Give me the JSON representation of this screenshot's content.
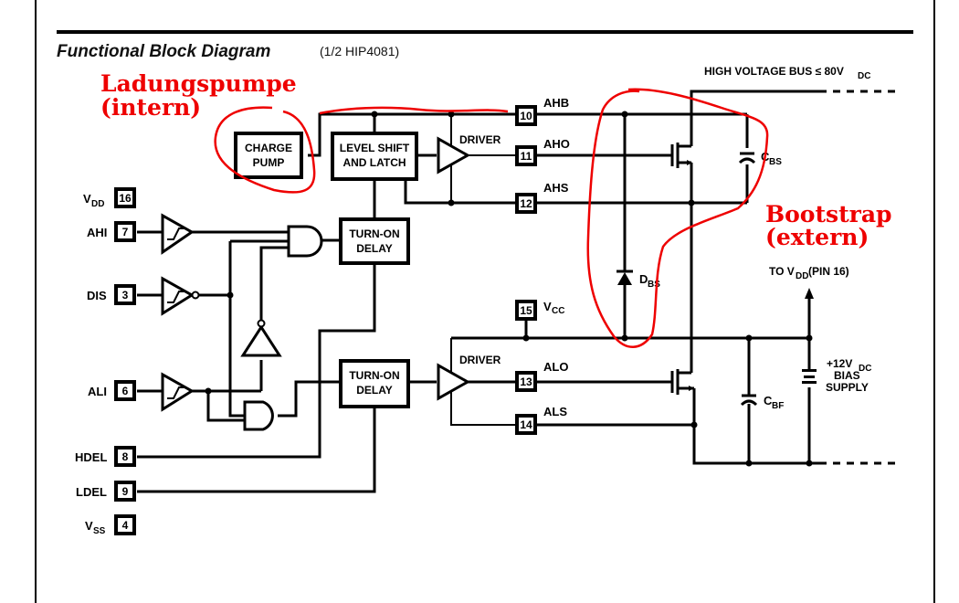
{
  "header": {
    "title": "Functional Block Diagram",
    "subtitle": "(1/2 HIP4081)"
  },
  "annotations": {
    "charge_pump_note_line1": "Ladungspumpe",
    "charge_pump_note_line2": "(intern)",
    "bootstrap_note_line1": "Bootstrap",
    "bootstrap_note_line2": "(extern)",
    "color": "#ee0000"
  },
  "blocks": {
    "charge_pump": [
      "CHARGE",
      "PUMP"
    ],
    "level_shift": [
      "LEVEL SHIFT",
      "AND LATCH"
    ],
    "turn_on_delay_high": [
      "TURN-ON",
      "DELAY"
    ],
    "turn_on_delay_low": [
      "TURN-ON",
      "DELAY"
    ],
    "driver_high": "DRIVER",
    "driver_low": "DRIVER"
  },
  "left_pins": [
    {
      "name": "V",
      "sub": "DD",
      "number": "16"
    },
    {
      "name": "AHI",
      "sub": "",
      "number": "7"
    },
    {
      "name": "DIS",
      "sub": "",
      "number": "3"
    },
    {
      "name": "ALI",
      "sub": "",
      "number": "6"
    },
    {
      "name": "HDEL",
      "sub": "",
      "number": "8"
    },
    {
      "name": "LDEL",
      "sub": "",
      "number": "9"
    },
    {
      "name": "V",
      "sub": "SS",
      "number": "4"
    }
  ],
  "right_pins": [
    {
      "name": "AHB",
      "number": "10"
    },
    {
      "name": "AHO",
      "number": "11"
    },
    {
      "name": "AHS",
      "number": "12"
    },
    {
      "name": "V",
      "sub": "CC",
      "number": "15"
    },
    {
      "name": "ALO",
      "number": "13"
    },
    {
      "name": "ALS",
      "number": "14"
    }
  ],
  "external": {
    "hv_bus": "HIGH VOLTAGE BUS ≤ 80V",
    "hv_bus_sub": "DC",
    "cbs": "C",
    "cbs_sub": "BS",
    "dbs": "D",
    "dbs_sub": "BS",
    "cbf": "C",
    "cbf_sub": "BF",
    "to_vdd": "TO V",
    "to_vdd_sub": "DD",
    "to_vdd_rest": " (PIN 16)",
    "bias_line1": "+12V",
    "bias_line1_sub": "DC",
    "bias_line2": "BIAS",
    "bias_line3": "SUPPLY"
  }
}
